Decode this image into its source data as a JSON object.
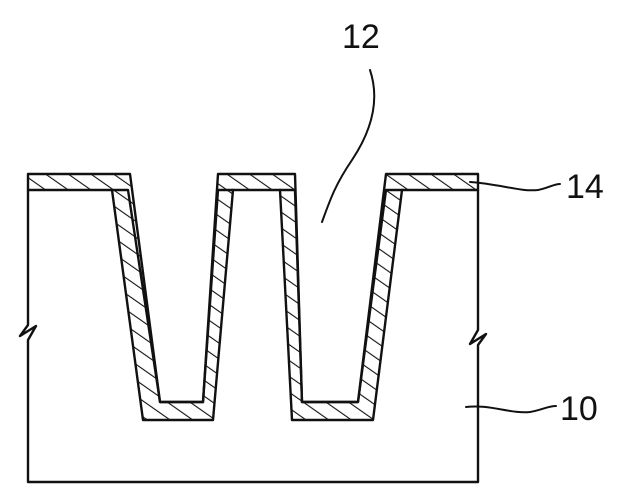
{
  "figure": {
    "labels": {
      "trench": "12",
      "liner_layer": "14",
      "substrate": "10"
    }
  }
}
